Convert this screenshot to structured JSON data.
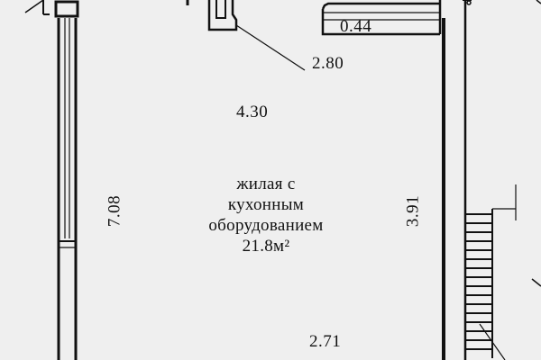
{
  "plan": {
    "dimensions": {
      "d1": "0.44",
      "d2": "2.80",
      "d3": "4.30",
      "d4": "7.08",
      "d5": "3.91",
      "d6": "2.71"
    },
    "room": {
      "line1": "жилая с",
      "line2": "кухонным",
      "line3": "оборудованием",
      "area": "21.8м²"
    }
  }
}
